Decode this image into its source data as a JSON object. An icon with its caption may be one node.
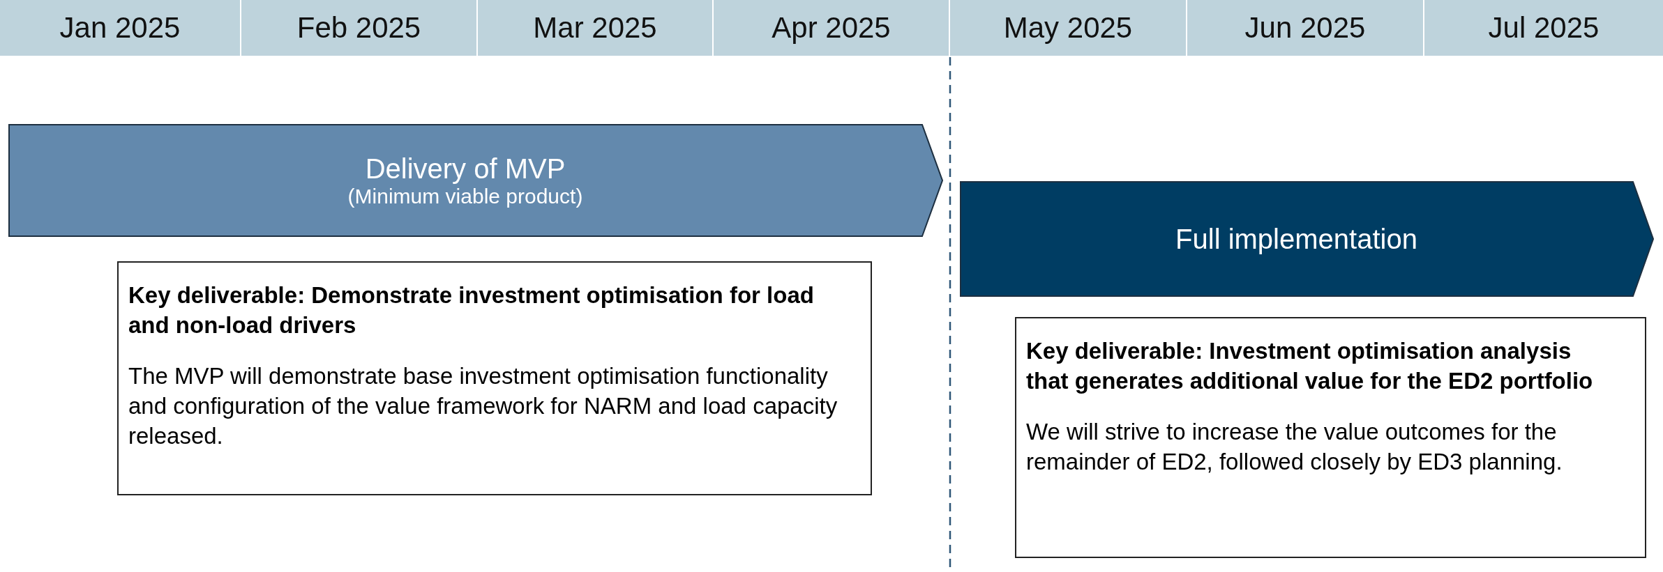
{
  "diagram": {
    "nodes": [
      {
        "text": [
          "Delivery of MVP",
          "(Minimum viable product)"
        ]
      },
      {
        "text": [
          "Full implementation"
        ]
      },
      {
        "text": [
          "Key deliverable: Demonstrate investment optimisation for load and non-load drivers",
          "The MVP will demonstrate base investment optimisation functionality and configuration of the value framework for NARM and load capacity released."
        ]
      },
      {
        "text": [
          "Key deliverable: Investment optimisation analysis that generates additional value for the ED2 portfolio",
          "We will strive to increase the value outcomes for the remainder of ED2, followed closely by ED3 planning."
        ]
      }
    ],
    "edges": [],
    "labels": [
      "Jan 2025",
      "Feb 2025",
      "Mar 2025",
      "Apr 2025",
      "May 2025",
      "Jun 2025",
      "Jul 2025"
    ]
  }
}
